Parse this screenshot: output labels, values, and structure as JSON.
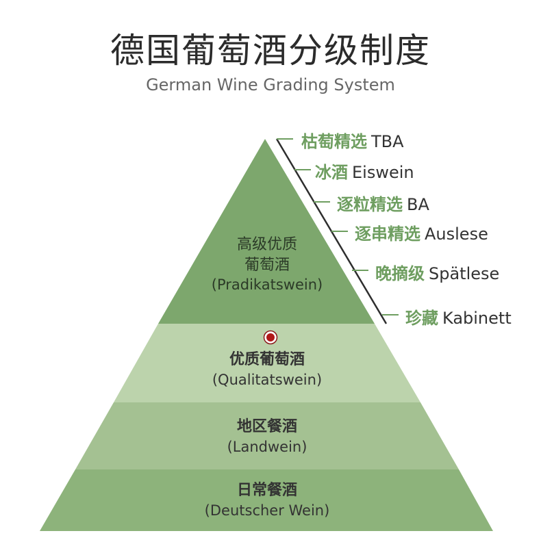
{
  "header": {
    "title": "德国葡萄酒分级制度",
    "subtitle": "German Wine Grading System"
  },
  "colors": {
    "top": "#7da76d",
    "qba": "#bcd3ac",
    "land": "#a4c192",
    "table": "#8db37b",
    "text_dark": "#333333",
    "sub_green": "#6e9e60",
    "marker": "#b01818"
  },
  "tiers": [
    {
      "zh_line1": "高级优质",
      "zh_line2": "葡萄酒",
      "en": "(Pradikatswein)"
    },
    {
      "zh": "优质葡萄酒",
      "en": "(Qualitatswein)"
    },
    {
      "zh": "地区餐酒",
      "en": "(Landwein)"
    },
    {
      "zh": "日常餐酒",
      "en": "(Deutscher Wein)"
    }
  ],
  "subgrades": [
    {
      "zh": "枯萄精选",
      "en": "TBA"
    },
    {
      "zh": "冰酒",
      "en": "Eiswein"
    },
    {
      "zh": "逐粒精选",
      "en": "BA"
    },
    {
      "zh": "逐串精选",
      "en": "Auslese"
    },
    {
      "zh": "晚摘级",
      "en": "Spätlese"
    },
    {
      "zh": "珍藏",
      "en": "Kabinett"
    }
  ],
  "marker_icon": "red-dot-icon"
}
